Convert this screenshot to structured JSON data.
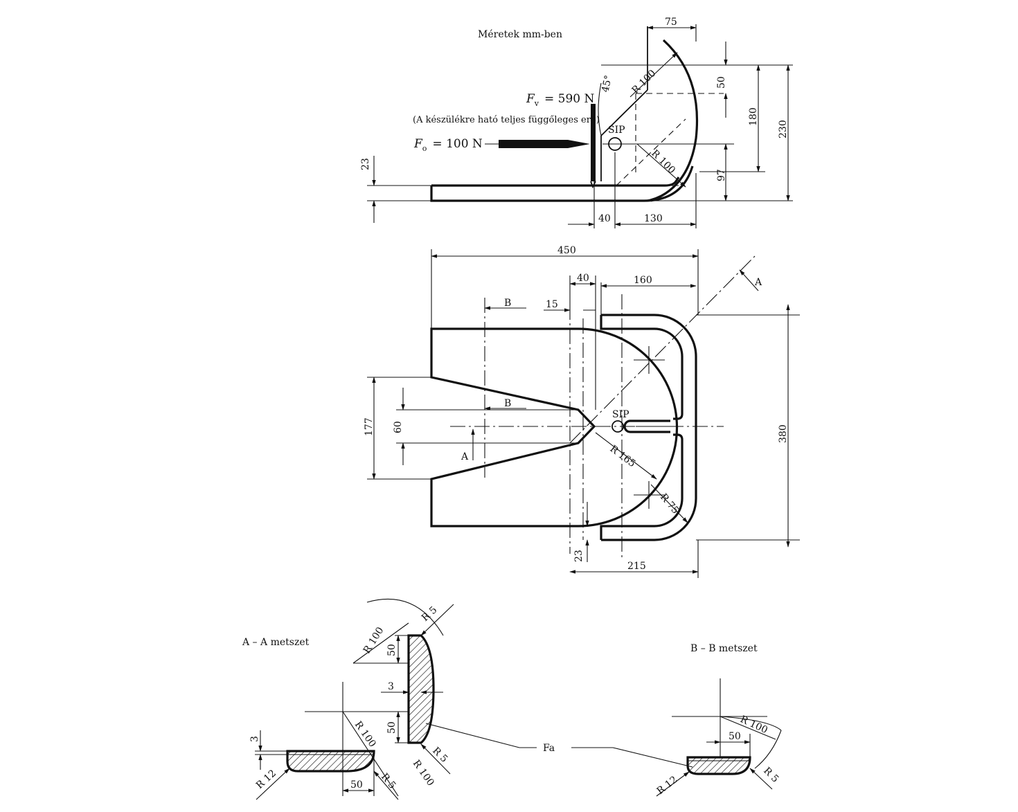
{
  "header": {
    "units_note": "Méretek mm-ben"
  },
  "side_view": {
    "fv_symbol": "F",
    "fv_subscript": "v",
    "fv_value": "=  590 N",
    "fv_note": "(A készülékre ható teljes függőleges erő)",
    "fo_symbol": "F",
    "fo_subscript": "o",
    "fo_value": "=  100 N",
    "sip": "SIP",
    "angle": "45°",
    "dims": {
      "top_width": "75",
      "r_top": "R 100",
      "r_mid": "R 100",
      "d50": "50",
      "d180": "180",
      "d230": "230",
      "d97": "97",
      "d23": "23",
      "d40": "40",
      "d130": "130"
    }
  },
  "plan_view": {
    "sip": "SIP",
    "section_a": "A",
    "section_b": "B",
    "dims": {
      "d450": "450",
      "d40": "40",
      "d160": "160",
      "d15": "15",
      "d380": "380",
      "d177": "177",
      "d60": "60",
      "r165": "R 165",
      "r75": "R 75",
      "d23": "23",
      "d215": "215"
    }
  },
  "section_aa": {
    "title": "A – A metszet",
    "r100_a": "R 100",
    "r100_b": "R 100",
    "r100_c": "R 100",
    "r5_a": "R 5",
    "r5_b": "R 5",
    "r5_c": "R 5",
    "r12": "R 12",
    "d50_a": "50",
    "d50_b": "50",
    "d50_c": "50",
    "d3_a": "3",
    "d3_b": "3"
  },
  "fa_label": "Fa",
  "section_bb": {
    "title": "B – B metszet",
    "r100": "R 100",
    "d50": "50",
    "r5": "R 5",
    "r12": "R 12"
  }
}
